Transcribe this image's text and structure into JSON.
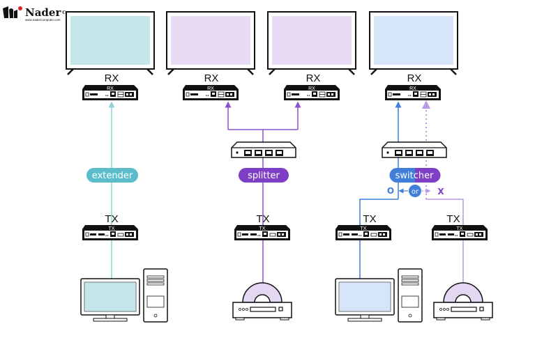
{
  "logo": {
    "name": "Nader",
    "suffix": "Co.",
    "url": "www.nadercomputer.com"
  },
  "colors": {
    "extender": "#5bbdc9",
    "splitter": "#7e3fc6",
    "switcher_left": "#3f7fd9",
    "switcher_right": "#7e3fc6",
    "extender_line": "#8fd0dc",
    "splitter_line": "#8a52cc",
    "switcher_line": "#3f7fd9",
    "dotted_line": "#b89ae6",
    "screen_cyan": "#c4e6ea",
    "screen_lavender": "#e8dcf4",
    "screen_blue": "#d6e5f7"
  },
  "sections": [
    {
      "name": "extender",
      "label": "extender",
      "rx": [
        "RX"
      ],
      "tx": [
        "TX"
      ],
      "source": "computer"
    },
    {
      "name": "splitter",
      "label": "splitter",
      "rx": [
        "RX",
        "RX"
      ],
      "tx": [
        "TX"
      ],
      "source": "dvd-player"
    },
    {
      "name": "switcher",
      "label": "switcher",
      "rx": [
        "RX"
      ],
      "tx": [
        "TX",
        "TX"
      ],
      "source": "computer-and-dvd-player",
      "selector": {
        "on": "O",
        "or": "or",
        "off": "X"
      }
    }
  ],
  "device_labels": {
    "rx": "RX",
    "tx": "TX"
  }
}
